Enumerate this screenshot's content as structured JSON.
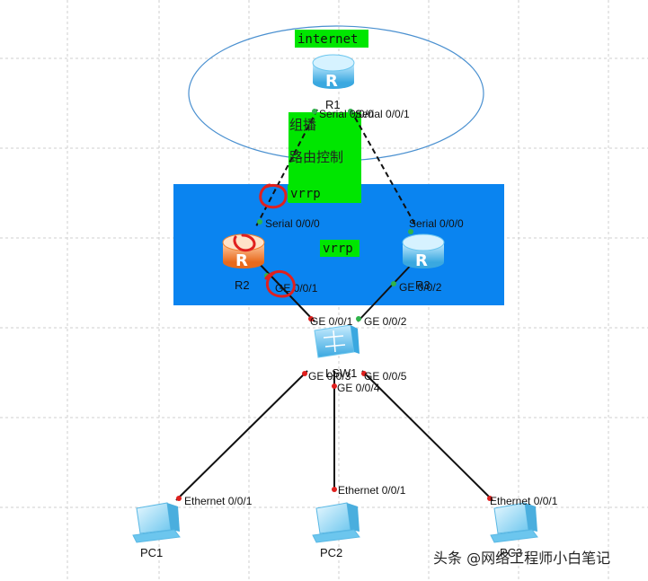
{
  "tags": {
    "internet": "internet",
    "multicast": "组播",
    "routing_control": "路由控制",
    "vrrp_top": "vrrp",
    "vrrp_mid": "vrrp"
  },
  "devices": {
    "r1": "R1",
    "r2": "R2",
    "r3": "R3",
    "lsw": "LSW1",
    "pc1": "PC1",
    "pc2": "PC2",
    "pc3": "PC3"
  },
  "icon_letters": {
    "router": "R"
  },
  "ports": {
    "r1_left": "Serial 0/0/0",
    "r1_right": "Serial 0/0/1",
    "r2_serial": "Serial 0/0/0",
    "r3_serial": "Serial 0/0/0",
    "r2_ge": "GE 0/0/1",
    "r3_ge": "GE 0/0/2",
    "sw_ge1": "GE 0/0/1",
    "sw_ge2": "GE 0/0/2",
    "sw_ge3": "GE 0/0/3",
    "sw_ge4": "GE 0/0/4",
    "sw_ge5": "GE 0/0/5",
    "pc1_eth": "Ethernet 0/0/1",
    "pc2_eth": "Ethernet 0/0/1",
    "pc3_eth": "Ethernet 0/0/1"
  },
  "watermark": "头条 @网络工程师小白笔记",
  "colors": {
    "green_tag": "#00e600",
    "blue_area": "#0a84f0",
    "red_mark": "#e0201e",
    "ellipse": "#4a90d0",
    "router_blue": "#5fc3f0",
    "router_orange": "#f08030"
  }
}
